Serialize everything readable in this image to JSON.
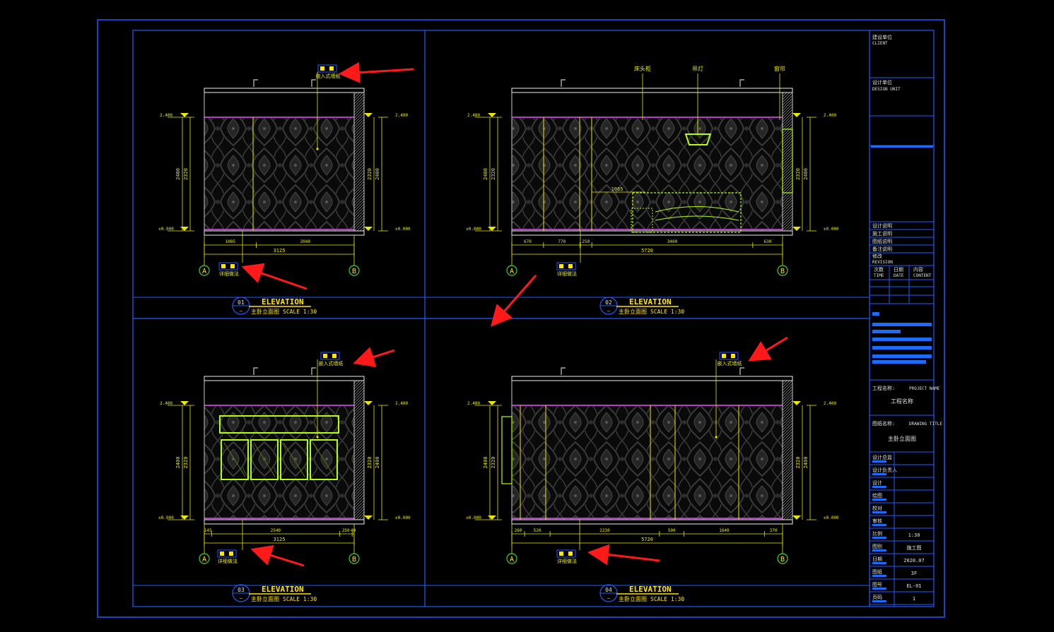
{
  "colors": {
    "background": "#000000",
    "border": "#1e5cff",
    "dimension": "#e8e800",
    "wall": "#c8c8c8",
    "wallpaper_trim": "#b040c0",
    "furniture": "#b6ff00",
    "arrow": "#ff1a1a",
    "titlebar_fill": "#1a6cff"
  },
  "sheets": [
    {
      "number": "01",
      "title_en": "ELEVATION",
      "title_cn": "主卧立面图",
      "scale": "SCALE 1:30",
      "grid_left": "A",
      "grid_right": "B",
      "level_top": "2.400",
      "level_bottom": "±0.000",
      "height_total": "2400",
      "height_inner": "2320",
      "total_width": "3125",
      "segments": [
        "1085",
        "2040"
      ]
    },
    {
      "number": "02",
      "title_en": "ELEVATION",
      "title_cn": "主卧立面图",
      "scale": "SCALE 1:30",
      "grid_left": "A",
      "grid_right": "B",
      "level_top": "2.400",
      "level_bottom": "±0.000",
      "height_total": "2400",
      "height_inner": "2320",
      "total_width": "5720",
      "segments": [
        "670",
        "770",
        "250",
        "3400",
        "630"
      ],
      "callouts": [
        "床头柜",
        "吊灯",
        "窗帘"
      ],
      "small_dim": "1065"
    },
    {
      "number": "03",
      "title_en": "ELEVATION",
      "title_cn": "主卧立面图",
      "scale": "SCALE 1:30",
      "grid_left": "A",
      "grid_right": "B",
      "level_top": "2.400",
      "level_bottom": "±0.000",
      "height_total": "2400",
      "height_inner": "2320",
      "total_width": "3125",
      "segments": [
        "145",
        "2540",
        "250",
        "40"
      ]
    },
    {
      "number": "04",
      "title_en": "ELEVATION",
      "title_cn": "主卧立面图",
      "scale": "SCALE 1:30",
      "grid_left": "A",
      "grid_right": "B",
      "level_top": "2.400",
      "level_bottom": "±0.000",
      "height_total": "2400",
      "height_inner": "2320",
      "total_width": "5720",
      "segments": [
        "260",
        "520",
        "2230",
        "500",
        "1640",
        "370"
      ]
    }
  ],
  "tag_label": "详细做法",
  "tag_label_b": "嵌入式墙纸",
  "title_block": {
    "project_label": "工程名称:",
    "project_label_en": "PROJECT NAME",
    "project_value": "工程名称",
    "drawing_label": "图纸名称:",
    "drawing_label_en": "DRAWING TITLE",
    "drawing_value": "主卧立面图",
    "client_label": "建设单位",
    "client_label_en": "CLIENT",
    "design_label": "设计单位",
    "design_label_en": "DESIGN UNIT",
    "rows_top": [
      "设计说明",
      "施工说明",
      "图纸说明",
      "备注说明"
    ],
    "revision_label": "修改",
    "revision_label_en": "REVISION",
    "rev_headers": [
      "次数",
      "日期",
      "内容"
    ],
    "rev_headers_en": [
      "TIME",
      "DATE",
      "CONTENT"
    ],
    "fields": [
      {
        "label": "设计总监",
        "value": ""
      },
      {
        "label": "设计负责人",
        "value": ""
      },
      {
        "label": "设计",
        "value": ""
      },
      {
        "label": "绘图",
        "value": ""
      },
      {
        "label": "校对",
        "value": ""
      },
      {
        "label": "审核",
        "value": ""
      },
      {
        "label": "比例",
        "value": "1:30"
      },
      {
        "label": "图别",
        "value": "施工图"
      },
      {
        "label": "日期",
        "value": "2020.07"
      },
      {
        "label": "图纸",
        "value": "3F"
      },
      {
        "label": "图号",
        "value": "EL-01"
      },
      {
        "label": "页码",
        "value": "1"
      }
    ]
  }
}
